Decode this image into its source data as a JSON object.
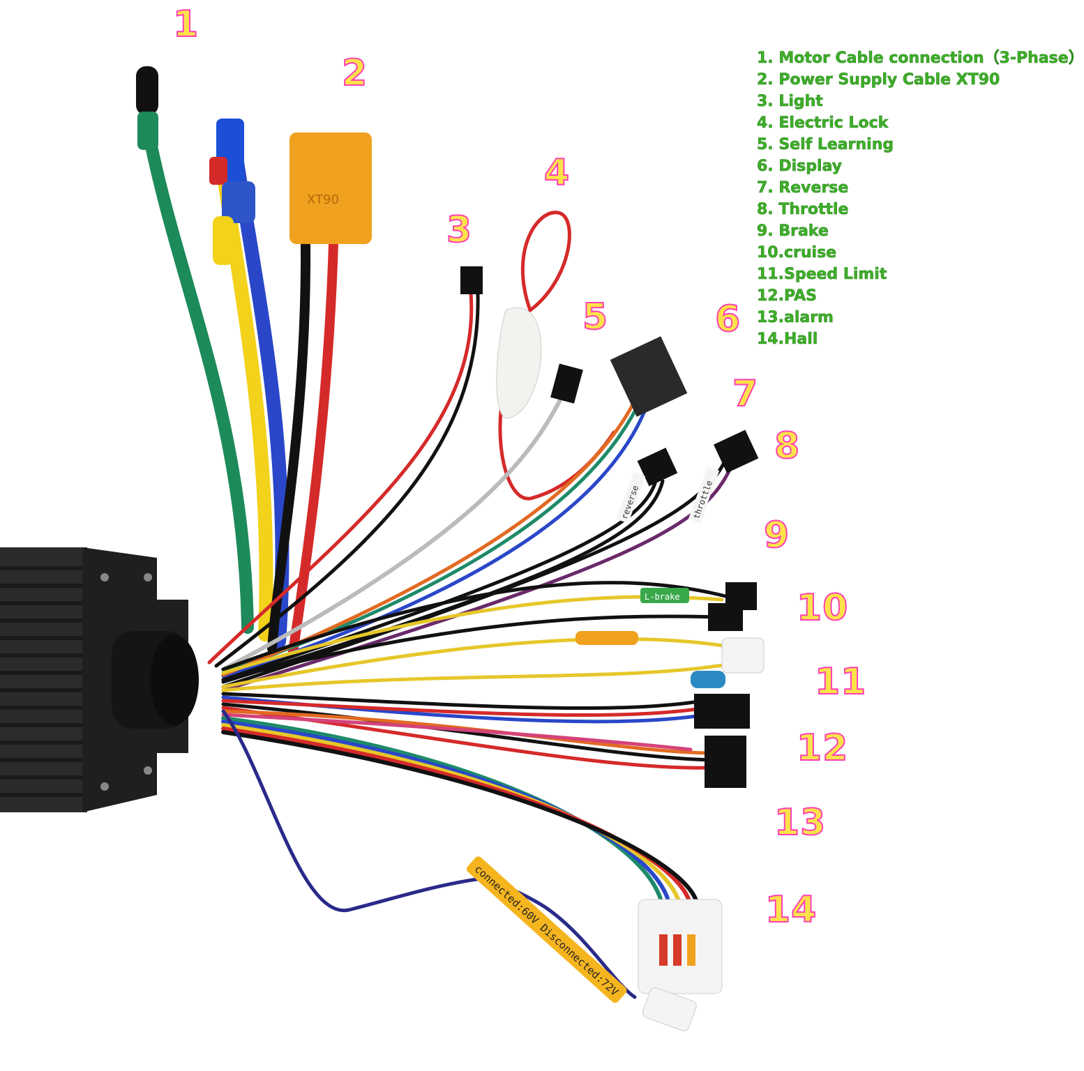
{
  "callouts": [
    "1",
    "2",
    "3",
    "4",
    "5",
    "6",
    "7",
    "8",
    "9",
    "10",
    "11",
    "12",
    "13",
    "14"
  ],
  "legend": [
    "1. Motor Cable connection（3-Phase）",
    "2. Power Supply Cable XT90",
    "3. Light",
    "4. Electric Lock",
    "5. Self Learning",
    "6. Display",
    "7. Reverse",
    "8. Throttle",
    "9. Brake",
    "10.cruise",
    "11.Speed Limit",
    "12.PAS",
    "13.alarm",
    "14.Hall"
  ],
  "wire_labels": {
    "xt90": "XT90",
    "brake_tag": "L-brake",
    "reverse_tag": "reverse",
    "throttle_tag": "throttle",
    "voltage_tag": "connected:60V  Disconnected:72V"
  },
  "colors": {
    "callout_fill": "#ffe24a",
    "callout_outline": "#ff3fb4",
    "legend_text": "#3fae2a",
    "controller_body": "#2b2b2b"
  }
}
